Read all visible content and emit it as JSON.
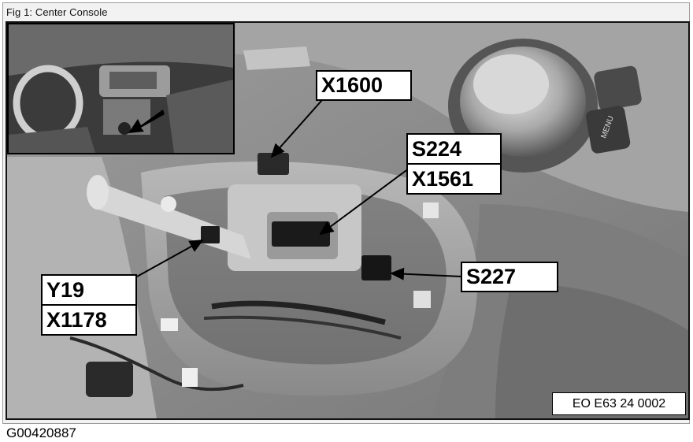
{
  "figure": {
    "caption": "Fig 1: Center Console",
    "reference_code": "EO E63 24 0002",
    "image_id": "G00420887"
  },
  "callouts": {
    "x1600": "X1600",
    "s224": "S224",
    "x1561": "X1561",
    "s227": "S227",
    "y19": "Y19",
    "x1178": "X1178"
  },
  "photo_labels": {
    "menu_button": "MENU"
  },
  "colors": {
    "callout_bg": "#ffffff",
    "callout_border": "#000000",
    "leader_line": "#000000"
  }
}
